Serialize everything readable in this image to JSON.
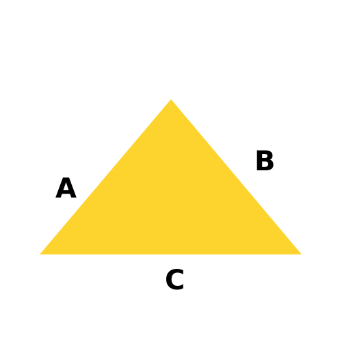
{
  "diagram": {
    "shape": "triangle",
    "fill_color": "#FDD42D",
    "label_color": "#000000",
    "background_color": "#FFFFFF",
    "sides": [
      {
        "id": "A",
        "label": "A"
      },
      {
        "id": "B",
        "label": "B"
      },
      {
        "id": "C",
        "label": "C"
      }
    ]
  }
}
